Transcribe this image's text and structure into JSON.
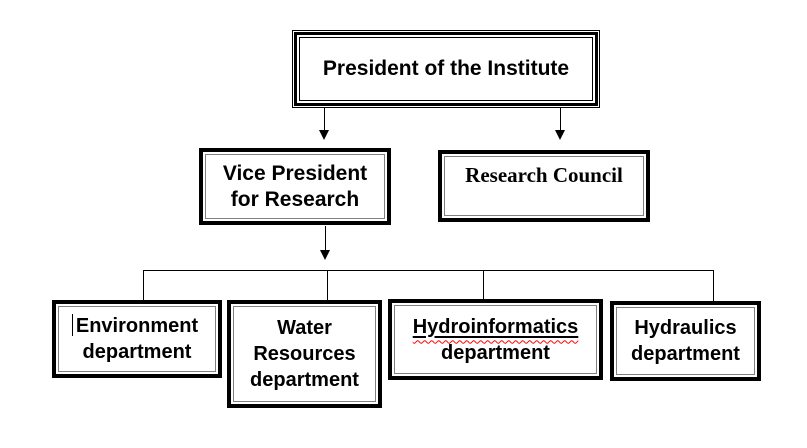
{
  "slide": {
    "nodes": {
      "president": {
        "label": "President of the Institute"
      },
      "vice_president": {
        "line1": "Vice President",
        "line2": "for Research"
      },
      "research_council": {
        "label": "Research Council"
      },
      "environment": {
        "line1": "Environment",
        "line2": "department"
      },
      "water_resources": {
        "line1": "Water",
        "line2": "Resources",
        "line3": "department"
      },
      "hydroinformatics": {
        "line1": "Hydroinformatics",
        "line2": "department"
      },
      "hydraulics": {
        "line1": "Hydraulics",
        "line2": "department"
      }
    },
    "colors": {
      "box_border": "#000000",
      "inner_border": "#808080",
      "text": "#000000",
      "connector": "#000000",
      "spellcheck_squiggle": "#ff0000",
      "background": "#ffffff"
    }
  }
}
